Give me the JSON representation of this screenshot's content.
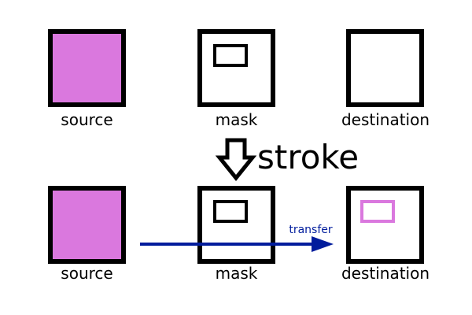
{
  "colors": {
    "source_fill": "#da78de",
    "mask_rect_fill": "#ffffff",
    "destination_stroke": "#da78de",
    "arrow_color": "#001c9c",
    "outline": "#000000",
    "background": "#ffffff"
  },
  "top_row": {
    "source_label": "source",
    "mask_label": "mask",
    "destination_label": "destination"
  },
  "operation": {
    "label": "stroke",
    "icon": "down-arrow-outline-icon"
  },
  "bottom_row": {
    "source_label": "source",
    "mask_label": "mask",
    "destination_label": "destination",
    "transfer_label": "transfer",
    "transfer_icon": "right-arrow-icon"
  }
}
